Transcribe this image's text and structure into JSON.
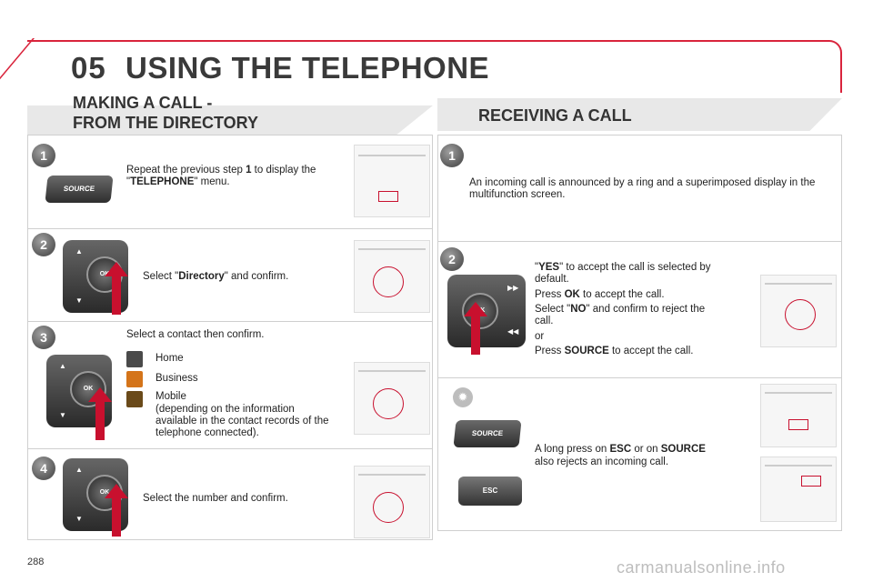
{
  "header": {
    "number": "05",
    "title": "USING THE TELEPHONE"
  },
  "left_section": {
    "title_line1": "MAKING A CALL -",
    "title_line2": "FROM THE DIRECTORY",
    "steps": [
      {
        "badge": "1",
        "text_a": "Repeat the previous step ",
        "text_b": "1",
        "text_c": " to display the \"",
        "text_d": "TELEPHONE",
        "text_e": "\" menu.",
        "button": "SOURCE"
      },
      {
        "badge": "2",
        "text_a": "Select \"",
        "text_b": "Directory",
        "text_c": "\" and confirm.",
        "button": "OK"
      },
      {
        "badge": "3",
        "text": "Select a contact then confirm.",
        "items": [
          "Home",
          "Business",
          "Mobile"
        ],
        "note": "(depending on the information available in the contact records of the telephone connected).",
        "button": "OK"
      },
      {
        "badge": "4",
        "text": "Select the number and confirm.",
        "button": "OK"
      }
    ]
  },
  "right_section": {
    "title": "RECEIVING A CALL",
    "steps": [
      {
        "badge": "1",
        "text": "An incoming call is announced by a ring and a superimposed display in the multifunction screen."
      },
      {
        "badge": "2",
        "l1a": "\"",
        "l1b": "YES",
        "l1c": "\" to accept the call is selected by default.",
        "l2a": "Press ",
        "l2b": "OK",
        "l2c": " to accept the call.",
        "l3a": "Select \"",
        "l3b": "NO",
        "l3c": "\" and confirm to reject the call.",
        "l4": "or",
        "l5a": "Press ",
        "l5b": "SOURCE",
        "l5c": " to accept the call.",
        "button": "OK"
      },
      {
        "l1a": "A long press on ",
        "l1b": "ESC",
        "l1c": " or on ",
        "l1d": "SOURCE",
        "l2": "also rejects an incoming call.",
        "button_source": "SOURCE",
        "button_esc": "ESC"
      }
    ]
  },
  "footer": {
    "page": "288",
    "watermark": "carmanualsonline.info"
  },
  "colors": {
    "accent": "#d9243c",
    "band": "#e8e8e8",
    "border": "#cfcfcf"
  }
}
